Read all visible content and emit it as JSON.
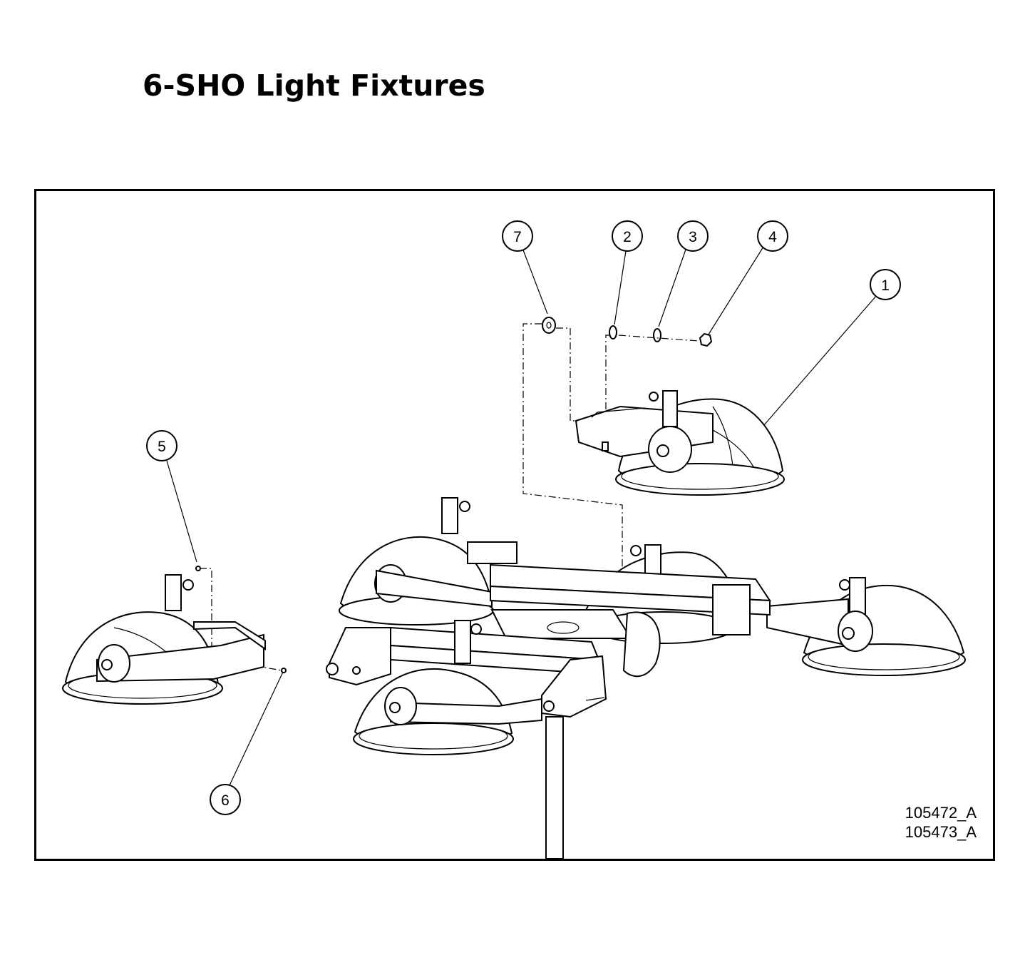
{
  "title": "6-SHO Light Fixtures",
  "callouts": [
    {
      "id": "callout-7",
      "label": "7"
    },
    {
      "id": "callout-2",
      "label": "2"
    },
    {
      "id": "callout-3",
      "label": "3"
    },
    {
      "id": "callout-4",
      "label": "4"
    },
    {
      "id": "callout-1",
      "label": "1"
    },
    {
      "id": "callout-5",
      "label": "5"
    },
    {
      "id": "callout-6",
      "label": "6"
    }
  ],
  "drawing_numbers": [
    "105472_A",
    "105473_A"
  ]
}
